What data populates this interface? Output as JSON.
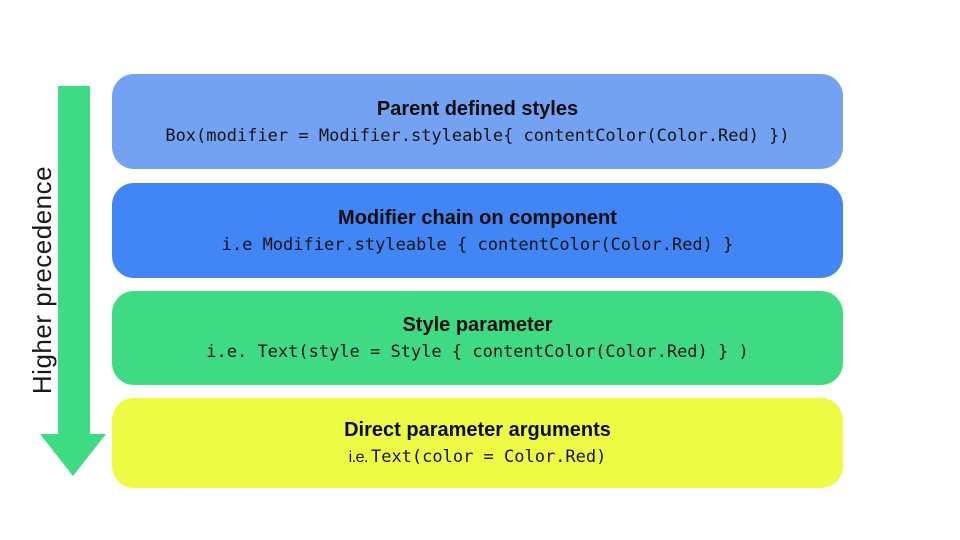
{
  "arrow": {
    "label": "Higher precedence",
    "color": "#3EDB84"
  },
  "boxes": [
    {
      "title": "Parent defined styles",
      "code_prefix": "",
      "code": "Box(modifier = Modifier.styleable{ contentColor(Color.Red) })",
      "color": "#74A2F2"
    },
    {
      "title": "Modifier chain on component",
      "code_prefix": "",
      "code": "i.e Modifier.styleable { contentColor(Color.Red) }",
      "color": "#4285F4"
    },
    {
      "title": "Style parameter",
      "code_prefix": "",
      "code": "i.e. Text(style = Style { contentColor(Color.Red) } )",
      "color": "#3EDB84"
    },
    {
      "title": "Direct parameter arguments",
      "code_prefix": "i.e.",
      "code": "Text(color = Color.Red)",
      "color": "#EDFB45"
    }
  ]
}
